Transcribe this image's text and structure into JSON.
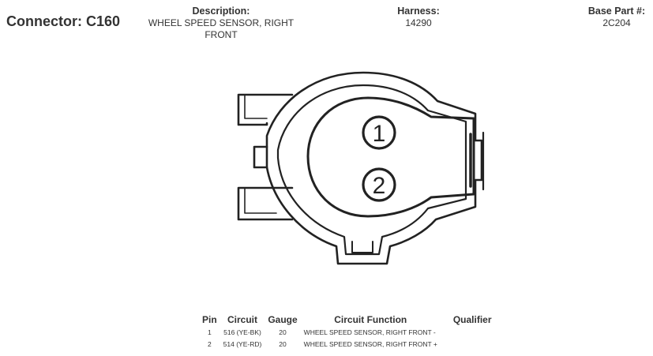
{
  "header": {
    "connector": "Connector: C160",
    "description_label": "Description:",
    "description_line1": "WHEEL SPEED SENSOR, RIGHT",
    "description_line2": "FRONT",
    "harness_label": "Harness:",
    "harness_value": "14290",
    "base_label": "Base Part #:",
    "base_value": "2C204"
  },
  "diagram": {
    "pin1_label": "1",
    "pin2_label": "2"
  },
  "table": {
    "headers": {
      "pin": "Pin",
      "circuit": "Circuit",
      "gauge": "Gauge",
      "function": "Circuit Function",
      "qualifier": "Qualifier"
    },
    "rows": [
      {
        "pin": "1",
        "circuit": "516 (YE-BK)",
        "gauge": "20",
        "function": "WHEEL SPEED SENSOR, RIGHT FRONT -",
        "qualifier": ""
      },
      {
        "pin": "2",
        "circuit": "514 (YE-RD)",
        "gauge": "20",
        "function": "WHEEL SPEED SENSOR, RIGHT FRONT +",
        "qualifier": ""
      }
    ]
  }
}
